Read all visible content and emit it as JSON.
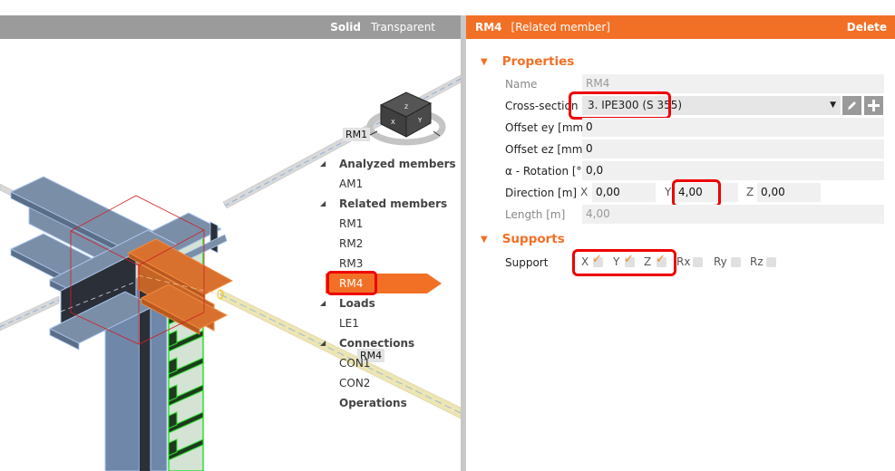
{
  "view": {
    "toolbar": {
      "solid": "Solid",
      "transparent": "Transparent"
    },
    "member_labels": {
      "rm1": "RM1",
      "rm4": "RM4"
    },
    "cube_faces": {
      "top": "Z",
      "left": "X",
      "right": "Y"
    }
  },
  "tree": {
    "groups": [
      {
        "label": "Analyzed members",
        "items": [
          "AM1"
        ]
      },
      {
        "label": "Related members",
        "items": [
          "RM1",
          "RM2",
          "RM3",
          "RM4"
        ]
      },
      {
        "label": "Loads",
        "items": [
          "LE1"
        ]
      },
      {
        "label": "Connections",
        "items": [
          "CON1",
          "CON2"
        ]
      },
      {
        "label": "Operations",
        "items": []
      }
    ],
    "selected": "RM4"
  },
  "panel": {
    "header": {
      "code": "RM4",
      "type": "[Related member]",
      "delete": "Delete"
    },
    "properties": {
      "title": "Properties",
      "name_label": "Name",
      "name_value": "RM4",
      "cross_section_label": "Cross-section",
      "cross_section_value": "3. IPE300 (S 355)",
      "offset_ey_label": "Offset ey [mm]",
      "offset_ey_value": "0",
      "offset_ez_label": "Offset ez [mm]",
      "offset_ez_value": "0",
      "rotation_label": "α - Rotation [°]",
      "rotation_value": "0,0",
      "direction_label": "Direction [m]",
      "direction": {
        "x_label": "X",
        "x": "0,00",
        "y_label": "Y",
        "y": "4,00",
        "z_label": "Z",
        "z": "0,00"
      },
      "length_label": "Length [m]",
      "length_value": "4,00"
    },
    "supports": {
      "title": "Supports",
      "support_label": "Support",
      "items": [
        {
          "label": "X",
          "checked": true
        },
        {
          "label": "Y",
          "checked": true
        },
        {
          "label": "Z",
          "checked": true
        },
        {
          "label": "Rx",
          "checked": false
        },
        {
          "label": "Ry",
          "checked": false
        },
        {
          "label": "Rz",
          "checked": false
        }
      ]
    }
  },
  "colors": {
    "accent": "#f27026",
    "highlight": "#e00000",
    "toolbar": "#9b9b9b"
  }
}
